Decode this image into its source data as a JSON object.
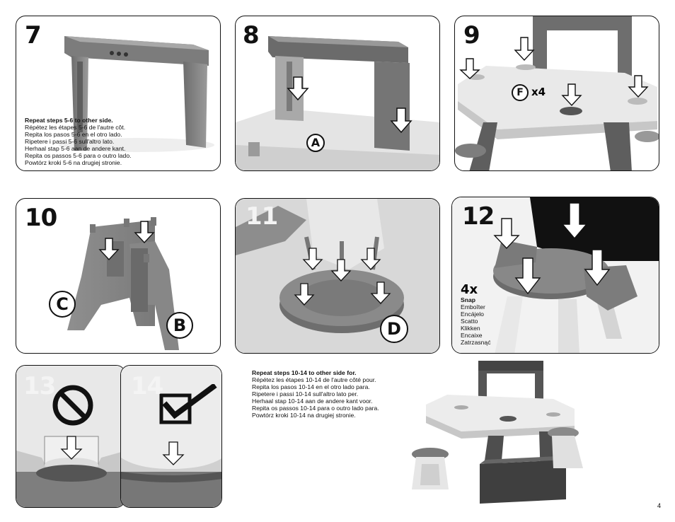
{
  "steps": {
    "s7": {
      "number": "7",
      "text_head": "Repeat steps 5-6 to other side.",
      "text_lines": [
        "Répétez les étapes 5-6  de l'autre côt.",
        "Repita los pasos 5-6  en el otro lado.",
        "Ripetere i passi 5-6  sull'altro lato.",
        "Herhaal stap 5-6  aan de andere kant.",
        "Repita os passos 5-6  para o outro lado.",
        "Powtórz kroki 5-6 na drugiej stronie."
      ]
    },
    "s8": {
      "number": "8",
      "part_label": "A"
    },
    "s9": {
      "number": "9",
      "part_label": "F",
      "quantity": "x4"
    },
    "s10": {
      "number": "10",
      "part_label_left": "C",
      "part_label_right": "B"
    },
    "s11": {
      "number": "11",
      "part_label": "D"
    },
    "s12": {
      "number": "12",
      "quantity": "4x",
      "text_head": "Snap",
      "text_lines": [
        "Emboîter",
        "Encájelo",
        "Scatto",
        "Klikken",
        "Encaixe",
        "Zatrzasnąć"
      ]
    },
    "s13": {
      "number": "13"
    },
    "s14": {
      "number": "14"
    },
    "final": {
      "text_head": "Repeat steps 10-14 to other side for.",
      "text_lines": [
        "Répétez les étapes 10-14 de l'autre côté pour.",
        "Repita los pasos 10-14  en el otro lado para.",
        "Ripetere i passi 10-14  sull'altro lato per.",
        "Herhaal stap 10-14  aan de andere kant voor.",
        "Repita os passos 10-14  para o outro lado para.",
        "Powtórz kroki 10-14 na drugiej stronie."
      ]
    }
  },
  "page_number": "4",
  "colors": {
    "panel_border": "#111111",
    "plastic_dark": "#555555",
    "plastic_mid": "#8a8a8a",
    "plastic_light": "#e3e3e3"
  }
}
